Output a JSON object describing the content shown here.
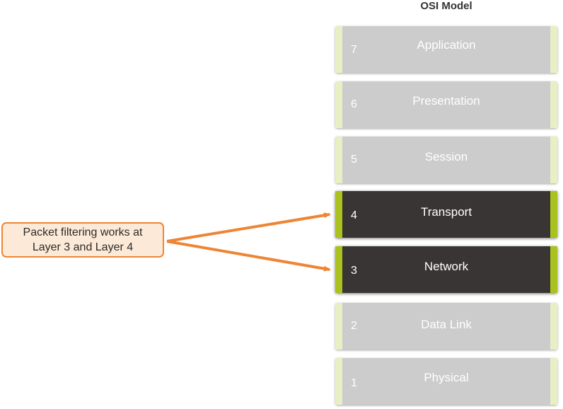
{
  "title": "OSI Model",
  "callout": {
    "line1": "Packet filtering works at",
    "line2": "Layer 3 and Layer 4"
  },
  "layers": [
    {
      "number": "7",
      "name": "Application",
      "active": false
    },
    {
      "number": "6",
      "name": "Presentation",
      "active": false
    },
    {
      "number": "5",
      "name": "Session",
      "active": false
    },
    {
      "number": "4",
      "name": "Transport",
      "active": true
    },
    {
      "number": "3",
      "name": "Network",
      "active": true
    },
    {
      "number": "2",
      "name": "Data Link",
      "active": false
    },
    {
      "number": "1",
      "name": "Physical",
      "active": false
    }
  ],
  "colors": {
    "arrow": "#ee8534",
    "active_bar": "#a9c21d",
    "active_body": "#3a3535",
    "inactive_body": "#cccccc"
  }
}
